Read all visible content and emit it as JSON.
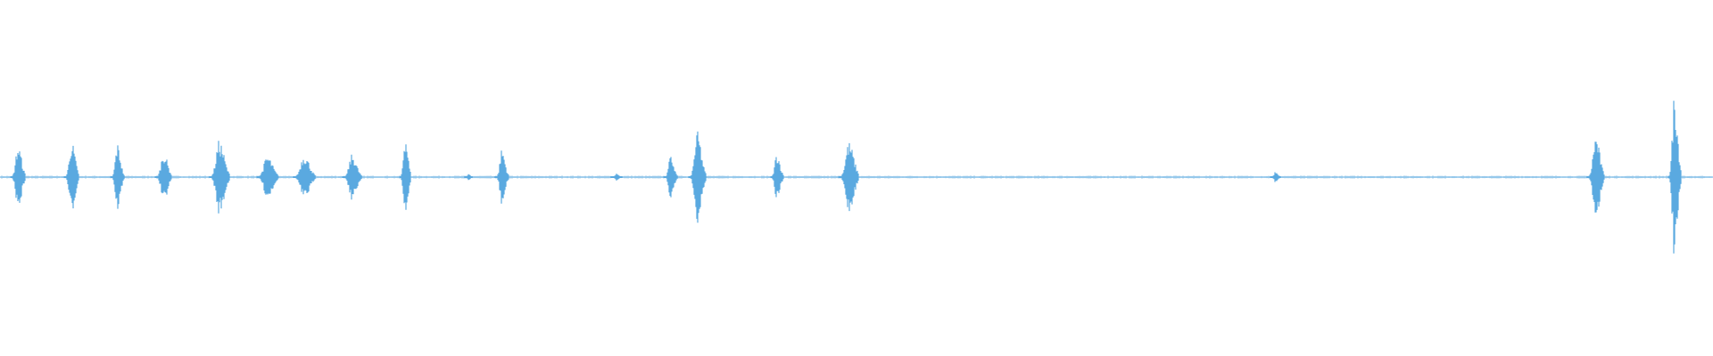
{
  "waveform": {
    "color": "#5aa9e0",
    "bursts": [
      {
        "t": 0.0105,
        "amp": 0.18,
        "dur": 0.004
      },
      {
        "t": 0.0418,
        "amp": 0.2,
        "dur": 0.004
      },
      {
        "t": 0.0685,
        "amp": 0.19,
        "dur": 0.0035
      },
      {
        "t": 0.0955,
        "amp": 0.14,
        "dur": 0.0045
      },
      {
        "t": 0.128,
        "amp": 0.21,
        "dur": 0.0055
      },
      {
        "t": 0.156,
        "amp": 0.12,
        "dur": 0.006
      },
      {
        "t": 0.1775,
        "amp": 0.13,
        "dur": 0.006
      },
      {
        "t": 0.2055,
        "amp": 0.13,
        "dur": 0.005
      },
      {
        "t": 0.2365,
        "amp": 0.25,
        "dur": 0.003
      },
      {
        "t": 0.2735,
        "amp": 0.02,
        "dur": 0.002
      },
      {
        "t": 0.293,
        "amp": 0.16,
        "dur": 0.0035
      },
      {
        "t": 0.36,
        "amp": 0.02,
        "dur": 0.003
      },
      {
        "t": 0.3915,
        "amp": 0.12,
        "dur": 0.0035
      },
      {
        "t": 0.407,
        "amp": 0.26,
        "dur": 0.0045
      },
      {
        "t": 0.4535,
        "amp": 0.14,
        "dur": 0.0035
      },
      {
        "t": 0.4955,
        "amp": 0.2,
        "dur": 0.0055
      },
      {
        "t": 0.7445,
        "amp": 0.03,
        "dur": 0.0025
      },
      {
        "t": 0.9315,
        "amp": 0.24,
        "dur": 0.0045
      },
      {
        "t": 0.9775,
        "amp": 0.49,
        "dur": 0.0035
      }
    ]
  }
}
